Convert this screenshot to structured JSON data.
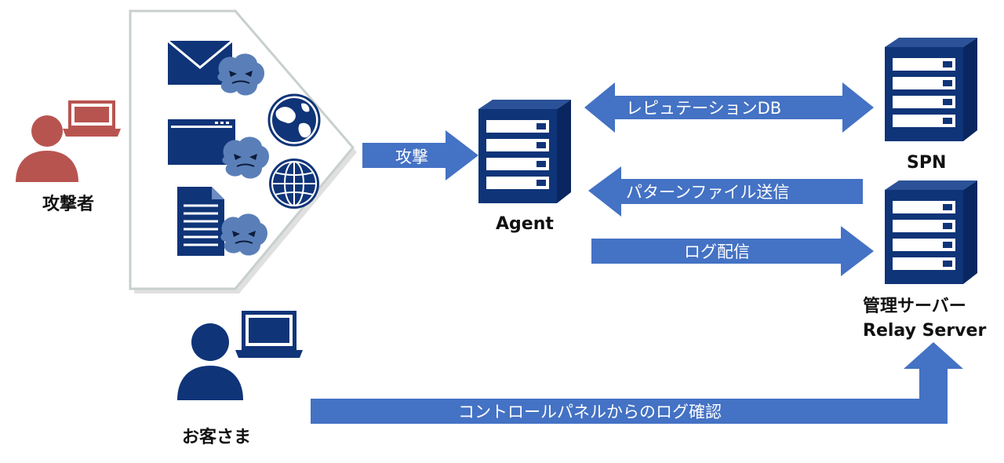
{
  "actors": {
    "attacker": "攻撃者",
    "customer": "お客さま"
  },
  "nodes": {
    "agent": "Agent",
    "spn": "SPN",
    "mgmt_line1": "管理サーバー",
    "mgmt_line2": "Relay Server"
  },
  "arrows": {
    "attack": "攻撃",
    "reputation_db": "レピュテーションDB",
    "pattern_file": "パターンファイル送信",
    "log_delivery": "ログ配信",
    "control_panel": "コントロールパネルからのログ確認"
  },
  "colors": {
    "attacker": "#b85450",
    "customer": "#0f3478",
    "server": "#0f3478",
    "arrow": "#4472c4",
    "malware": "#5a7fb8",
    "panel_border": "#c8cfcf"
  }
}
